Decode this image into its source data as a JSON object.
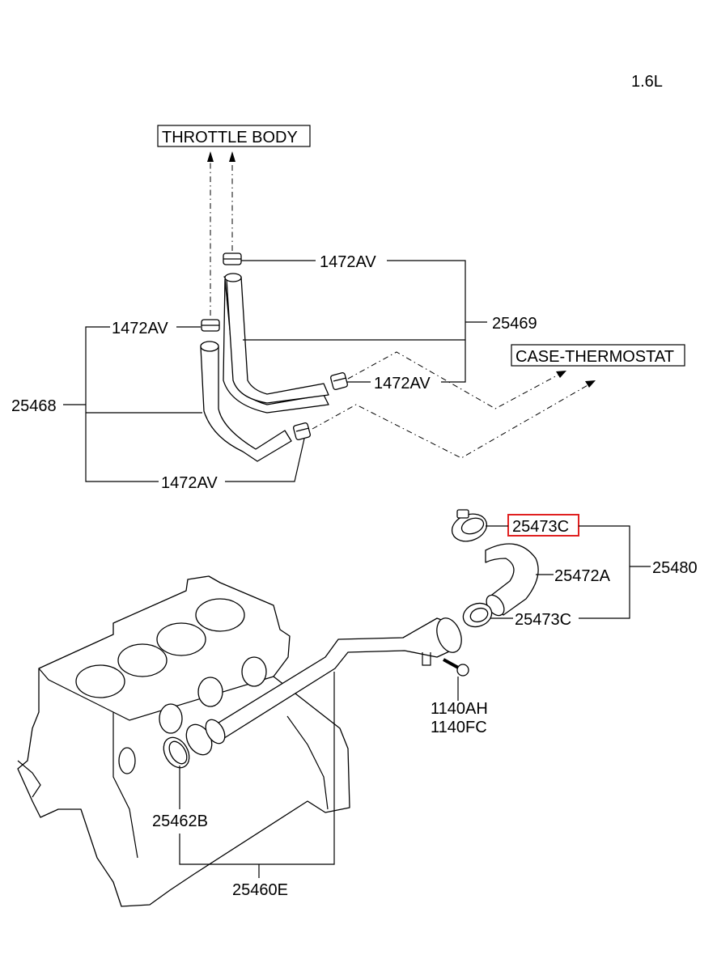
{
  "engine_label": "1.6L",
  "destinations": {
    "throttle_body": "THROTTLE BODY",
    "case_thermostat": "CASE-THERMOSTAT"
  },
  "parts": {
    "clamp_top": "1472AV",
    "clamp_left": "1472AV",
    "clamp_mid": "1472AV",
    "clamp_bottom": "1472AV",
    "hose_upper": "25469",
    "hose_lower": "25468",
    "clamp_highlighted": "25473C",
    "radiator_hose": "25472A",
    "clamp_lower": "25473C",
    "hose_assy": "25480",
    "bolt_a": "1140AH",
    "bolt_b": "1140FC",
    "o_ring": "25462B",
    "pipe_assy": "25460E"
  },
  "highlight_color": "#e02020"
}
